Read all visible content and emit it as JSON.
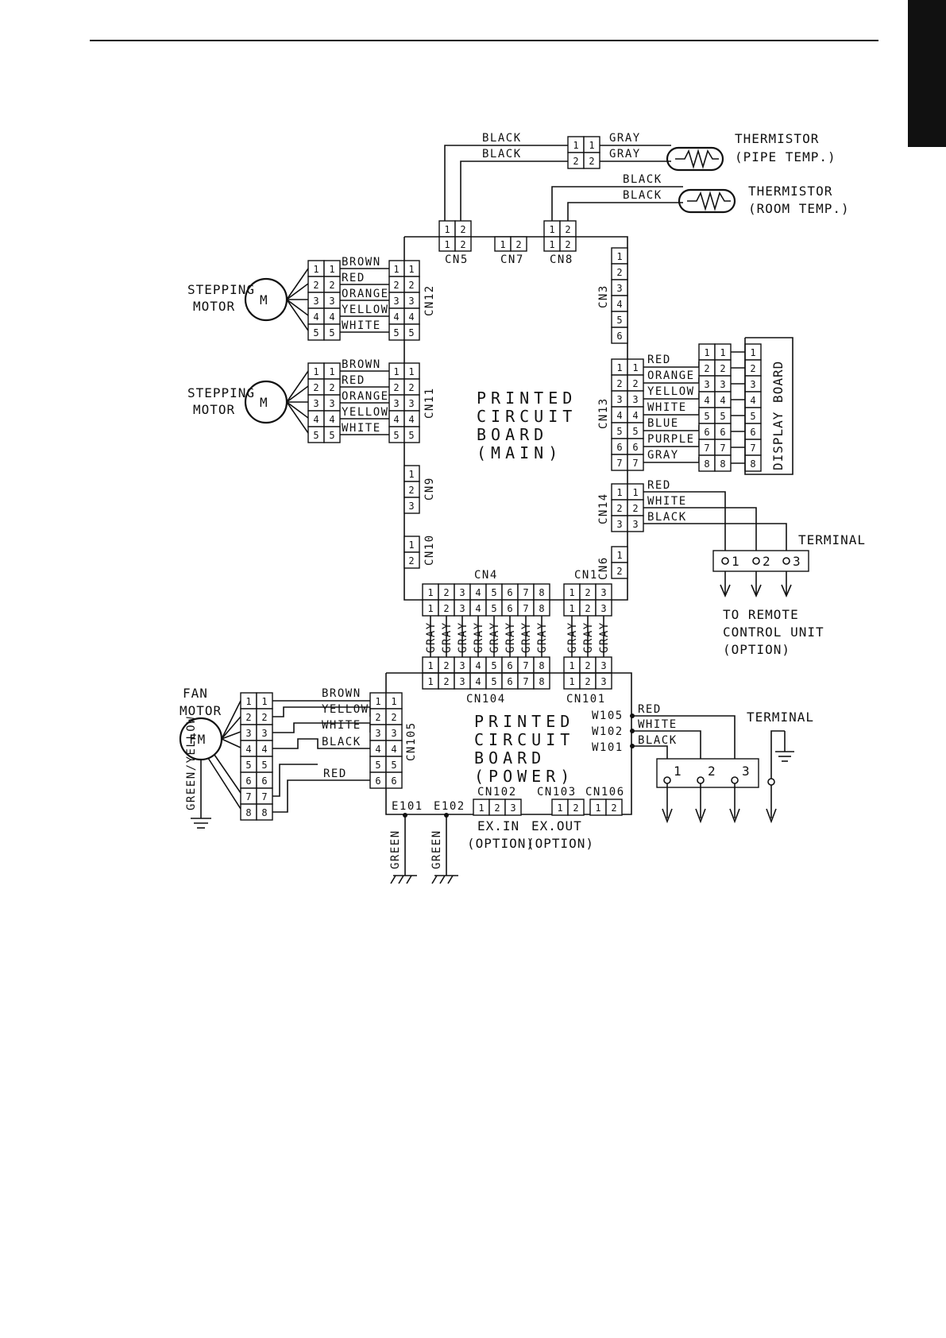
{
  "thermistor_pipe": {
    "label1": "THERMISTOR",
    "label2": "(PIPE TEMP.)",
    "wires": [
      "GRAY",
      "GRAY"
    ],
    "board_wires": [
      "BLACK",
      "BLACK"
    ]
  },
  "thermistor_room": {
    "label1": "THERMISTOR",
    "label2": "(ROOM TEMP.)",
    "wires": [
      "BLACK",
      "BLACK"
    ]
  },
  "connectors": {
    "cn5": "CN5",
    "cn7": "CN7",
    "cn8": "CN8",
    "cn3": "CN3",
    "cn12": "CN12",
    "cn11": "CN11",
    "cn13": "CN13",
    "cn9": "CN9",
    "cn10": "CN10",
    "cn14": "CN14",
    "cn6": "CN6",
    "cn4": "CN4",
    "cn1": "CN1",
    "cn104": "CN104",
    "cn101": "CN101",
    "cn105": "CN105",
    "cn102": "CN102",
    "cn103": "CN103",
    "cn106": "CN106"
  },
  "stepping_motor": {
    "label1": "STEPPING",
    "label2": "MOTOR",
    "symbol": "M",
    "wires": [
      "BROWN",
      "RED",
      "ORANGE",
      "YELLOW",
      "WHITE"
    ]
  },
  "main_board": {
    "lines": [
      "PRINTED",
      "CIRCUIT",
      "BOARD",
      "(MAIN)"
    ]
  },
  "power_board": {
    "lines": [
      "PRINTED",
      "CIRCUIT",
      "BOARD",
      "(POWER)"
    ]
  },
  "display_board": {
    "label": "DISPLAY BOARD",
    "wires": [
      "RED",
      "ORANGE",
      "YELLOW",
      "WHITE",
      "BLUE",
      "PURPLE",
      "GRAY"
    ]
  },
  "cn14_wires": [
    "RED",
    "WHITE",
    "BLACK"
  ],
  "terminal_remote": {
    "label": "TERMINAL",
    "note1": "TO REMOTE",
    "note2": "CONTROL UNIT",
    "note3": "(OPTION)",
    "pins": [
      "1",
      "2",
      "3"
    ]
  },
  "gray_wire": "GRAY",
  "fan_motor": {
    "label1": "FAN",
    "label2": "MOTOR",
    "symbol": "FM",
    "ground": "GREEN/YELLOW",
    "wires": [
      "BROWN",
      "YELLOW",
      "WHITE",
      "BLACK",
      "RED"
    ]
  },
  "power_terminal": {
    "label": "TERMINAL",
    "w105": "W105",
    "w102": "W102",
    "w101": "W101",
    "wires": [
      "RED",
      "WHITE",
      "BLACK"
    ],
    "pins": [
      "1",
      "2",
      "3"
    ]
  },
  "earth": {
    "e101": "E101",
    "e102": "E102",
    "wire": "GREEN"
  },
  "options": {
    "ex_in": "EX.IN",
    "ex_out": "EX.OUT",
    "opt": "(OPTION)"
  }
}
